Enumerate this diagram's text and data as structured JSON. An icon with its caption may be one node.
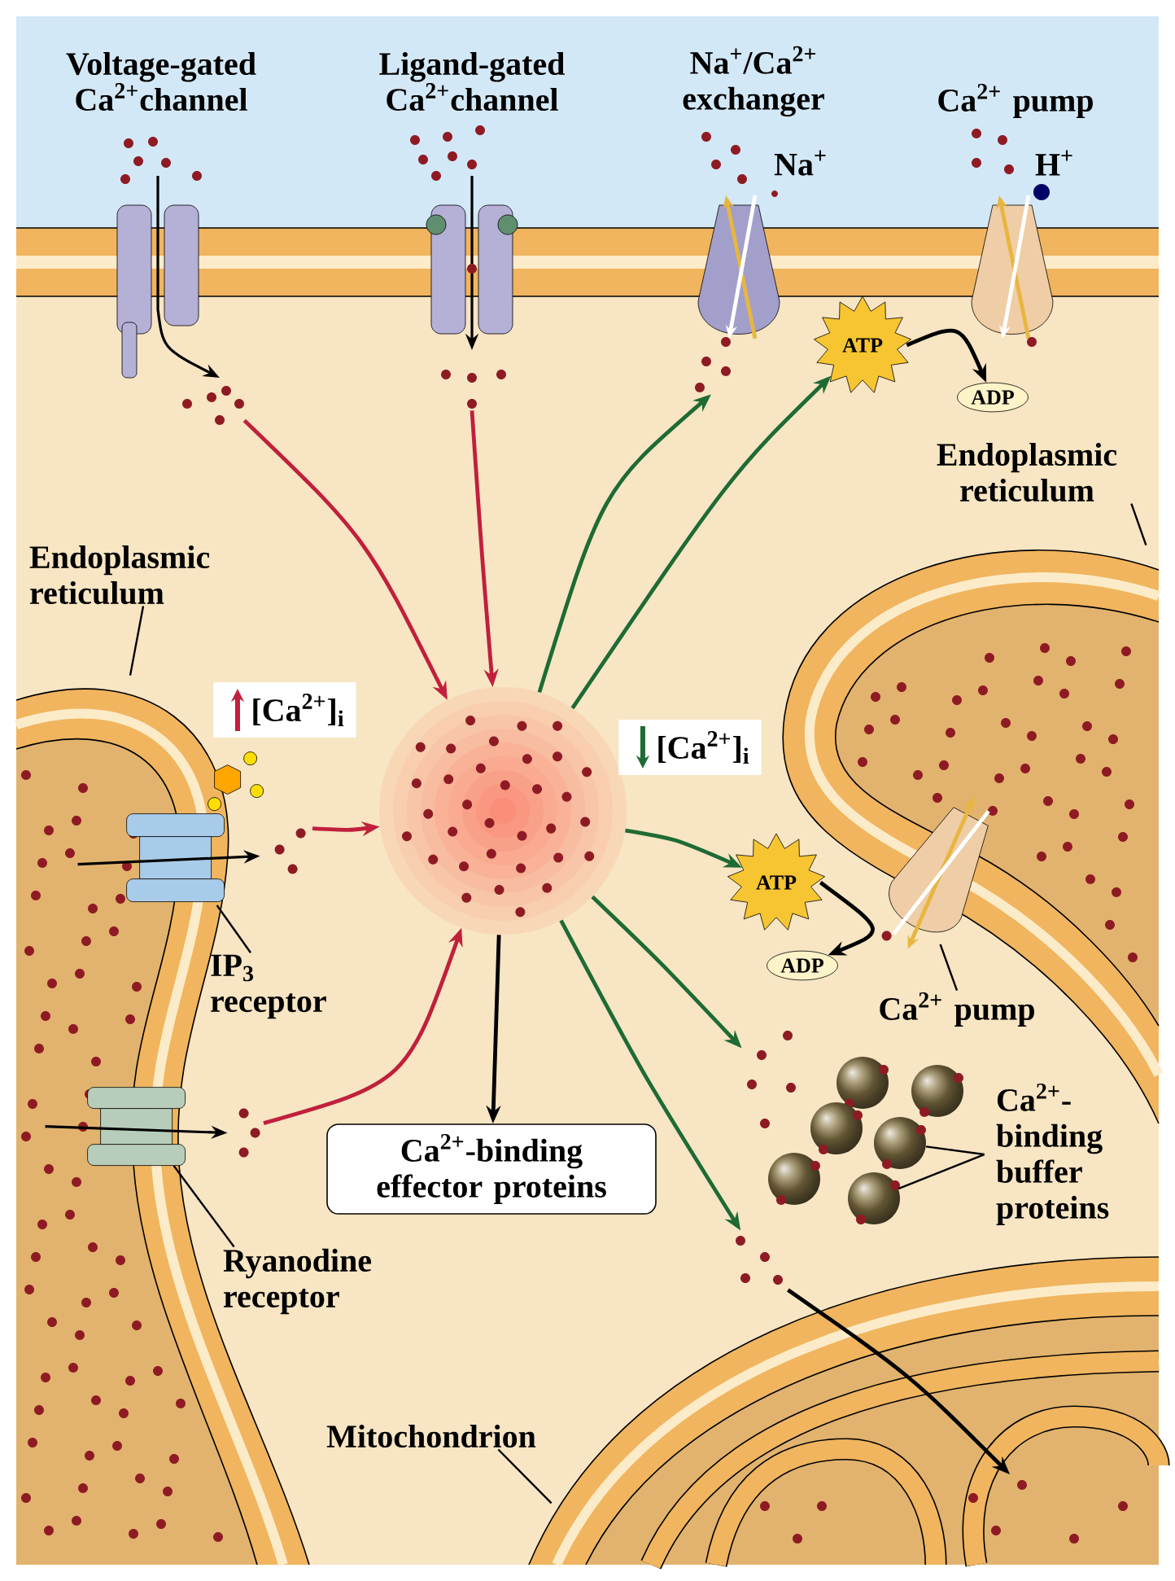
{
  "diagram": {
    "nodes": [
      {
        "text": [
          "Voltage-gated Ca$^{2+}$channel"
        ]
      },
      {
        "text": [
          "Ligand-gated Ca$^{2+}$channel"
        ]
      },
      {
        "text": [
          "Na$^{+}$/Ca$^{2+}$ exchanger",
          "Na$^{+}$"
        ]
      },
      {
        "text": [
          "Ca$^{2+}$ pump",
          "H$^{+}$"
        ]
      },
      {
        "text": [],
        "shape": "picture"
      },
      {
        "text": [
          "Endoplasmic reticulum"
        ]
      },
      {
        "text": [],
        "shape": "picture",
        "in": 4
      },
      {
        "text": [
          "IP$_{3}$ receptor"
        ]
      },
      {
        "text": [],
        "shape": "picture",
        "in": 4
      },
      {
        "text": [
          "Ryanodine receptor"
        ]
      },
      {
        "text": [],
        "shape": "circle"
      },
      {
        "text": [
          "[Ca$^{2+}$]$_{i}$"
        ]
      },
      {
        "text": [
          "[Ca$^{2+}$]$_{i}$"
        ]
      },
      {
        "text": [
          "Ca$^{2+}$-binding effector proteins"
        ]
      },
      {
        "text": [
          "ATP"
        ]
      },
      {
        "text": [
          "ADP"
        ]
      },
      {
        "text": [],
        "shape": "picture"
      },
      {
        "text": [
          "Endoplasmic reticulum"
        ]
      },
      {
        "text": [
          "ATP"
        ]
      },
      {
        "text": [
          "ADP"
        ]
      },
      {
        "text": [],
        "shape": "picture",
        "in": 16
      },
      {
        "text": [
          "Ca$^{2+}$ pump"
        ]
      },
      {
        "text": [],
        "shape": "circle"
      },
      {
        "text": [],
        "shape": "circle"
      },
      {
        "text": [],
        "shape": "circle"
      },
      {
        "text": [],
        "shape": "circle"
      },
      {
        "text": [],
        "shape": "circle"
      },
      {
        "text": [],
        "shape": "circle"
      },
      {
        "text": [
          "Ca$^{2+}$-binding buffer proteins"
        ]
      },
      {
        "text": [],
        "shape": "picture"
      },
      {
        "text": [
          "Mitochondrion"
        ]
      },
      {
        "text": [],
        "shape": "dots"
      },
      {
        "text": [],
        "shape": "dots"
      }
    ],
    "edges": [
      {
        "from": 0,
        "to": 10,
        "arrow": "to",
        "color": "#c0203c"
      },
      {
        "from": 1,
        "to": 10,
        "arrow": "to",
        "color": "#c0203c"
      },
      {
        "from": 10,
        "to": 2,
        "arrow": "to",
        "color": "#1e6b34"
      },
      {
        "from": 10,
        "to": 14,
        "arrow": "to",
        "color": "#1e6b34"
      },
      {
        "from": 14,
        "to": 15,
        "arrow": "to"
      },
      {
        "from": 6,
        "to": 10,
        "arrow": "to",
        "color": "#c0203c"
      },
      {
        "from": 8,
        "to": 10,
        "arrow": "to",
        "color": "#c0203c"
      },
      {
        "from": 10,
        "to": 13,
        "arrow": "to"
      },
      {
        "from": 10,
        "to": 18,
        "arrow": "to",
        "color": "#1e6b34"
      },
      {
        "from": 18,
        "to": 19,
        "arrow": "to"
      },
      {
        "from": 10,
        "to": 31,
        "arrow": "to",
        "color": "#1e6b34"
      },
      {
        "from": 10,
        "to": 32,
        "arrow": "to",
        "color": "#1e6b34"
      },
      {
        "from": 32,
        "to": 29,
        "arrow": "to"
      },
      {
        "from": 5,
        "to": 4,
        "arrow": "none"
      },
      {
        "from": 7,
        "to": 6,
        "arrow": "none"
      },
      {
        "from": 9,
        "to": 8,
        "arrow": "none"
      },
      {
        "from": 17,
        "to": 16,
        "arrow": "none"
      },
      {
        "from": 21,
        "to": 20,
        "arrow": "none"
      },
      {
        "from": 28,
        "to": 25,
        "arrow": "none"
      },
      {
        "from": 28,
        "to": 27,
        "arrow": "none"
      },
      {
        "from": 30,
        "to": 29,
        "arrow": "none"
      }
    ]
  }
}
